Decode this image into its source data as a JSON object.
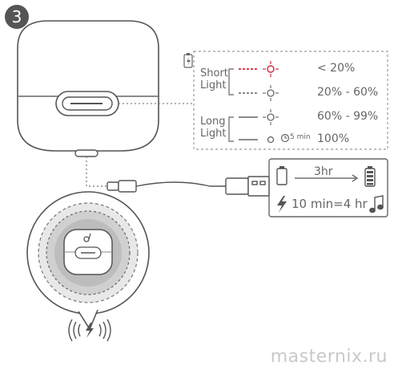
{
  "step_number": "3",
  "battery_panel": {
    "header_icon": "battery-charging-icon",
    "short_light_label": "Short\nLight",
    "long_light_label": "Long\nLight",
    "levels": [
      {
        "percent": "< 20%",
        "light": "short",
        "color": "#d0283c"
      },
      {
        "percent": "20% - 60%",
        "light": "short",
        "color": "#777777"
      },
      {
        "percent": "60% - 99%",
        "light": "long",
        "color": "#777777"
      },
      {
        "percent": "100%",
        "light": "long",
        "color": "#777777"
      }
    ],
    "off_timer_label": "5 min"
  },
  "charging_panel": {
    "charge_time": "3hr",
    "quick_charge": "10 min=4 hr",
    "battery_empty_icon": "battery-empty-icon",
    "battery_full_icon": "battery-full-icon",
    "bolt_icon": "lightning-bolt-icon",
    "music_icon": "music-note-icon"
  },
  "wireless_icon": "wireless-charging-icon",
  "watermark": "masternix.ru"
}
